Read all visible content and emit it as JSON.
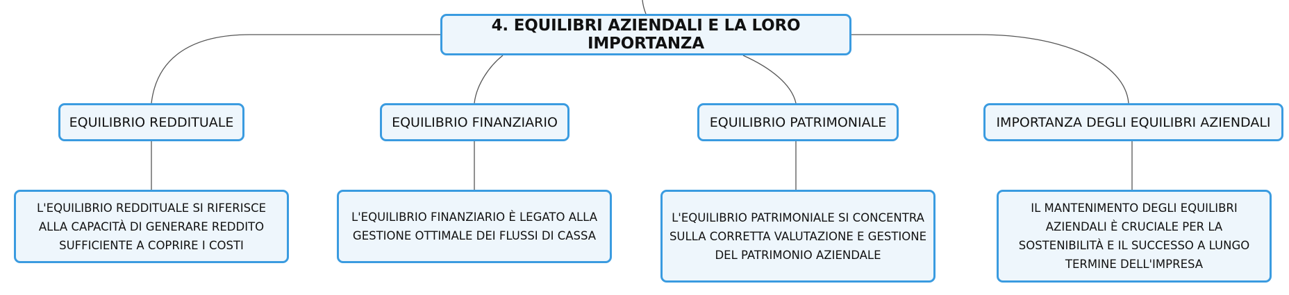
{
  "root": {
    "label": "4. EQUILIBRI AZIENDALI E LA LORO IMPORTANZA"
  },
  "branches": [
    {
      "label": "EQUILIBRIO REDDITUALE",
      "detail": "L'EQUILIBRIO REDDITUALE SI RIFERISCE ALLA CAPACITÀ DI GENERARE REDDITO SUFFICIENTE A COPRIRE I COSTI"
    },
    {
      "label": "EQUILIBRIO FINANZIARIO",
      "detail": "L'EQUILIBRIO FINANZIARIO È LEGATO ALLA GESTIONE OTTIMALE DEI FLUSSI DI CASSA"
    },
    {
      "label": "EQUILIBRIO PATRIMONIALE",
      "detail": "L'EQUILIBRIO PATRIMONIALE SI CONCENTRA SULLA CORRETTA VALUTAZIONE E GESTIONE DEL PATRIMONIO AZIENDALE"
    },
    {
      "label": "IMPORTANZA DEGLI EQUILIBRI AZIENDALI",
      "detail": "IL MANTENIMENTO DEGLI EQUILIBRI AZIENDALI È CRUCIALE PER LA SOSTENIBILITÀ E IL SUCCESSO A LUNGO TERMINE DELL'IMPRESA"
    }
  ],
  "colors": {
    "border": "#3a9be0",
    "fill": "#eef6fc",
    "connector": "#555555"
  }
}
